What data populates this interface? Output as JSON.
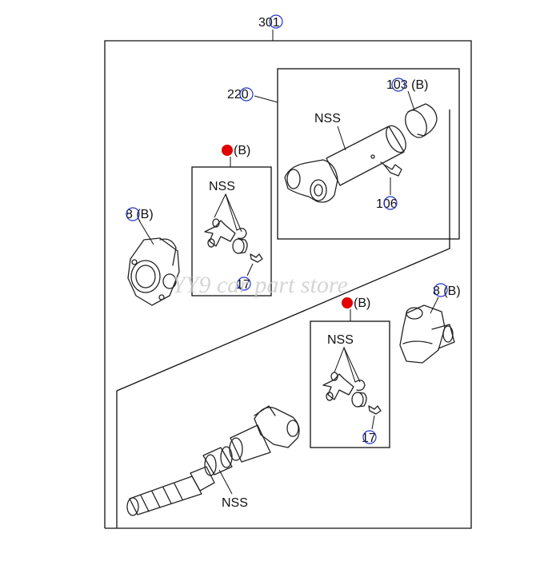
{
  "labels": {
    "assembly": "301",
    "shaft": "220",
    "boot": "103 (B)",
    "shaft_nss": "NSS",
    "shaft_fitting": "106",
    "joint_kit_top": "(B)",
    "joint_kit_top_nss": "NSS",
    "joint_kit_top_fitting": "17",
    "yoke_left": "8 (B)",
    "yoke_right": "8 (B)",
    "joint_kit_bottom": "(B)",
    "joint_kit_bottom_nss": "NSS",
    "joint_kit_bottom_fitting": "17",
    "front_shaft_nss": "NSS"
  },
  "watermark": "YY9 car part store",
  "colors": {
    "reference_circle": "#2233cc",
    "marker_dot": "#e00000",
    "line": "#111111"
  }
}
